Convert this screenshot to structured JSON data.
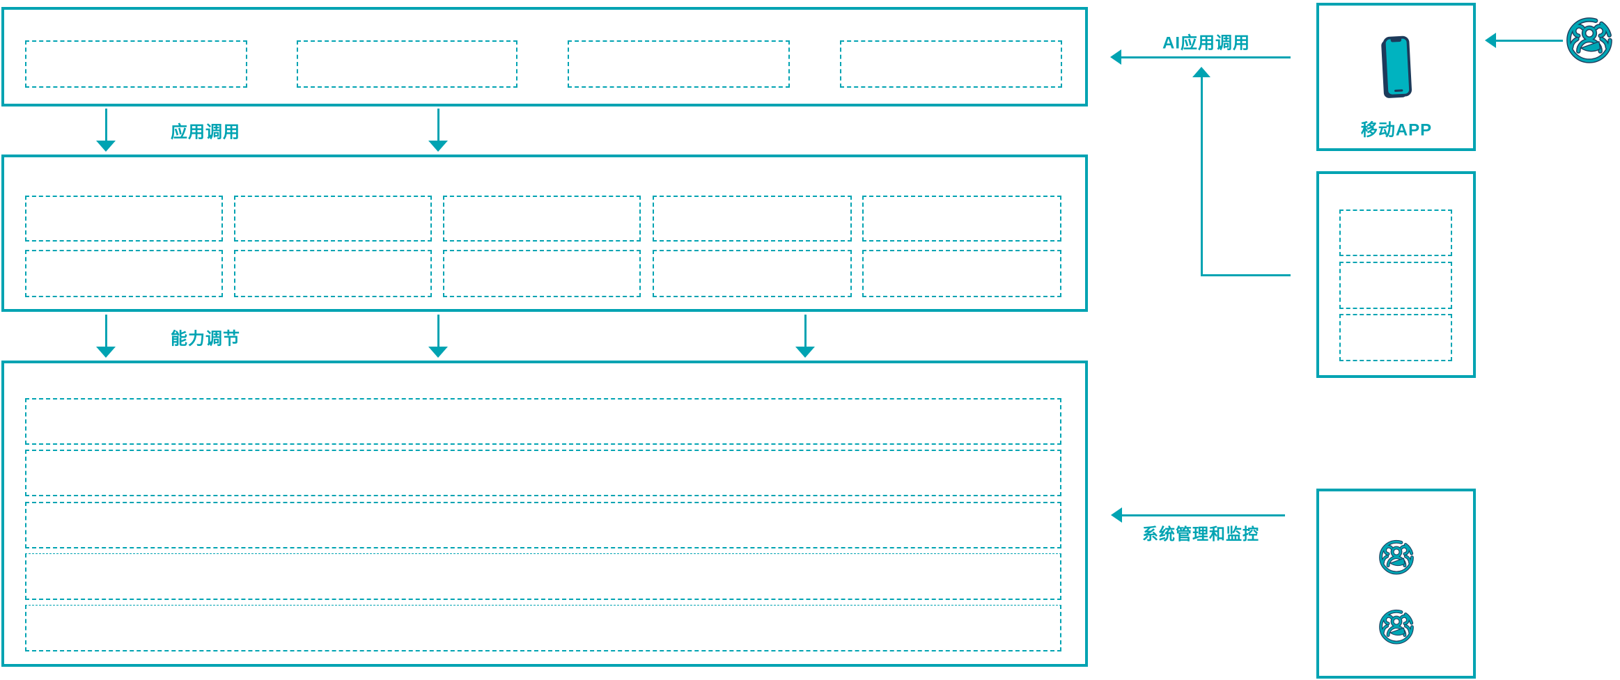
{
  "colors": {
    "accent": "#00a3b2",
    "phone_frame_navy": "#1d3a5a",
    "phone_screen_teal": "#00b3c0"
  },
  "layers": {
    "app_layer": {
      "slot_count": 4
    },
    "capability_layer": {
      "rows": 2,
      "cols": 5,
      "slot_count": 10
    },
    "resource_layer": {
      "row_count": 5
    }
  },
  "flows": {
    "app_call": {
      "label": "应用调用"
    },
    "capability_adjust": {
      "label": "能力调节"
    },
    "ai_app_call": {
      "label": "AI应用调用"
    },
    "system_monitor": {
      "label": "系统管理和监控"
    }
  },
  "right_column": {
    "mobile_app": {
      "label": "移动APP",
      "icon": "smartphone-icon"
    },
    "developer_box": {
      "slot_count": 3
    },
    "operations_box": {
      "users_icon_count": 2
    },
    "end_user": {
      "icon": "users-icon"
    }
  }
}
